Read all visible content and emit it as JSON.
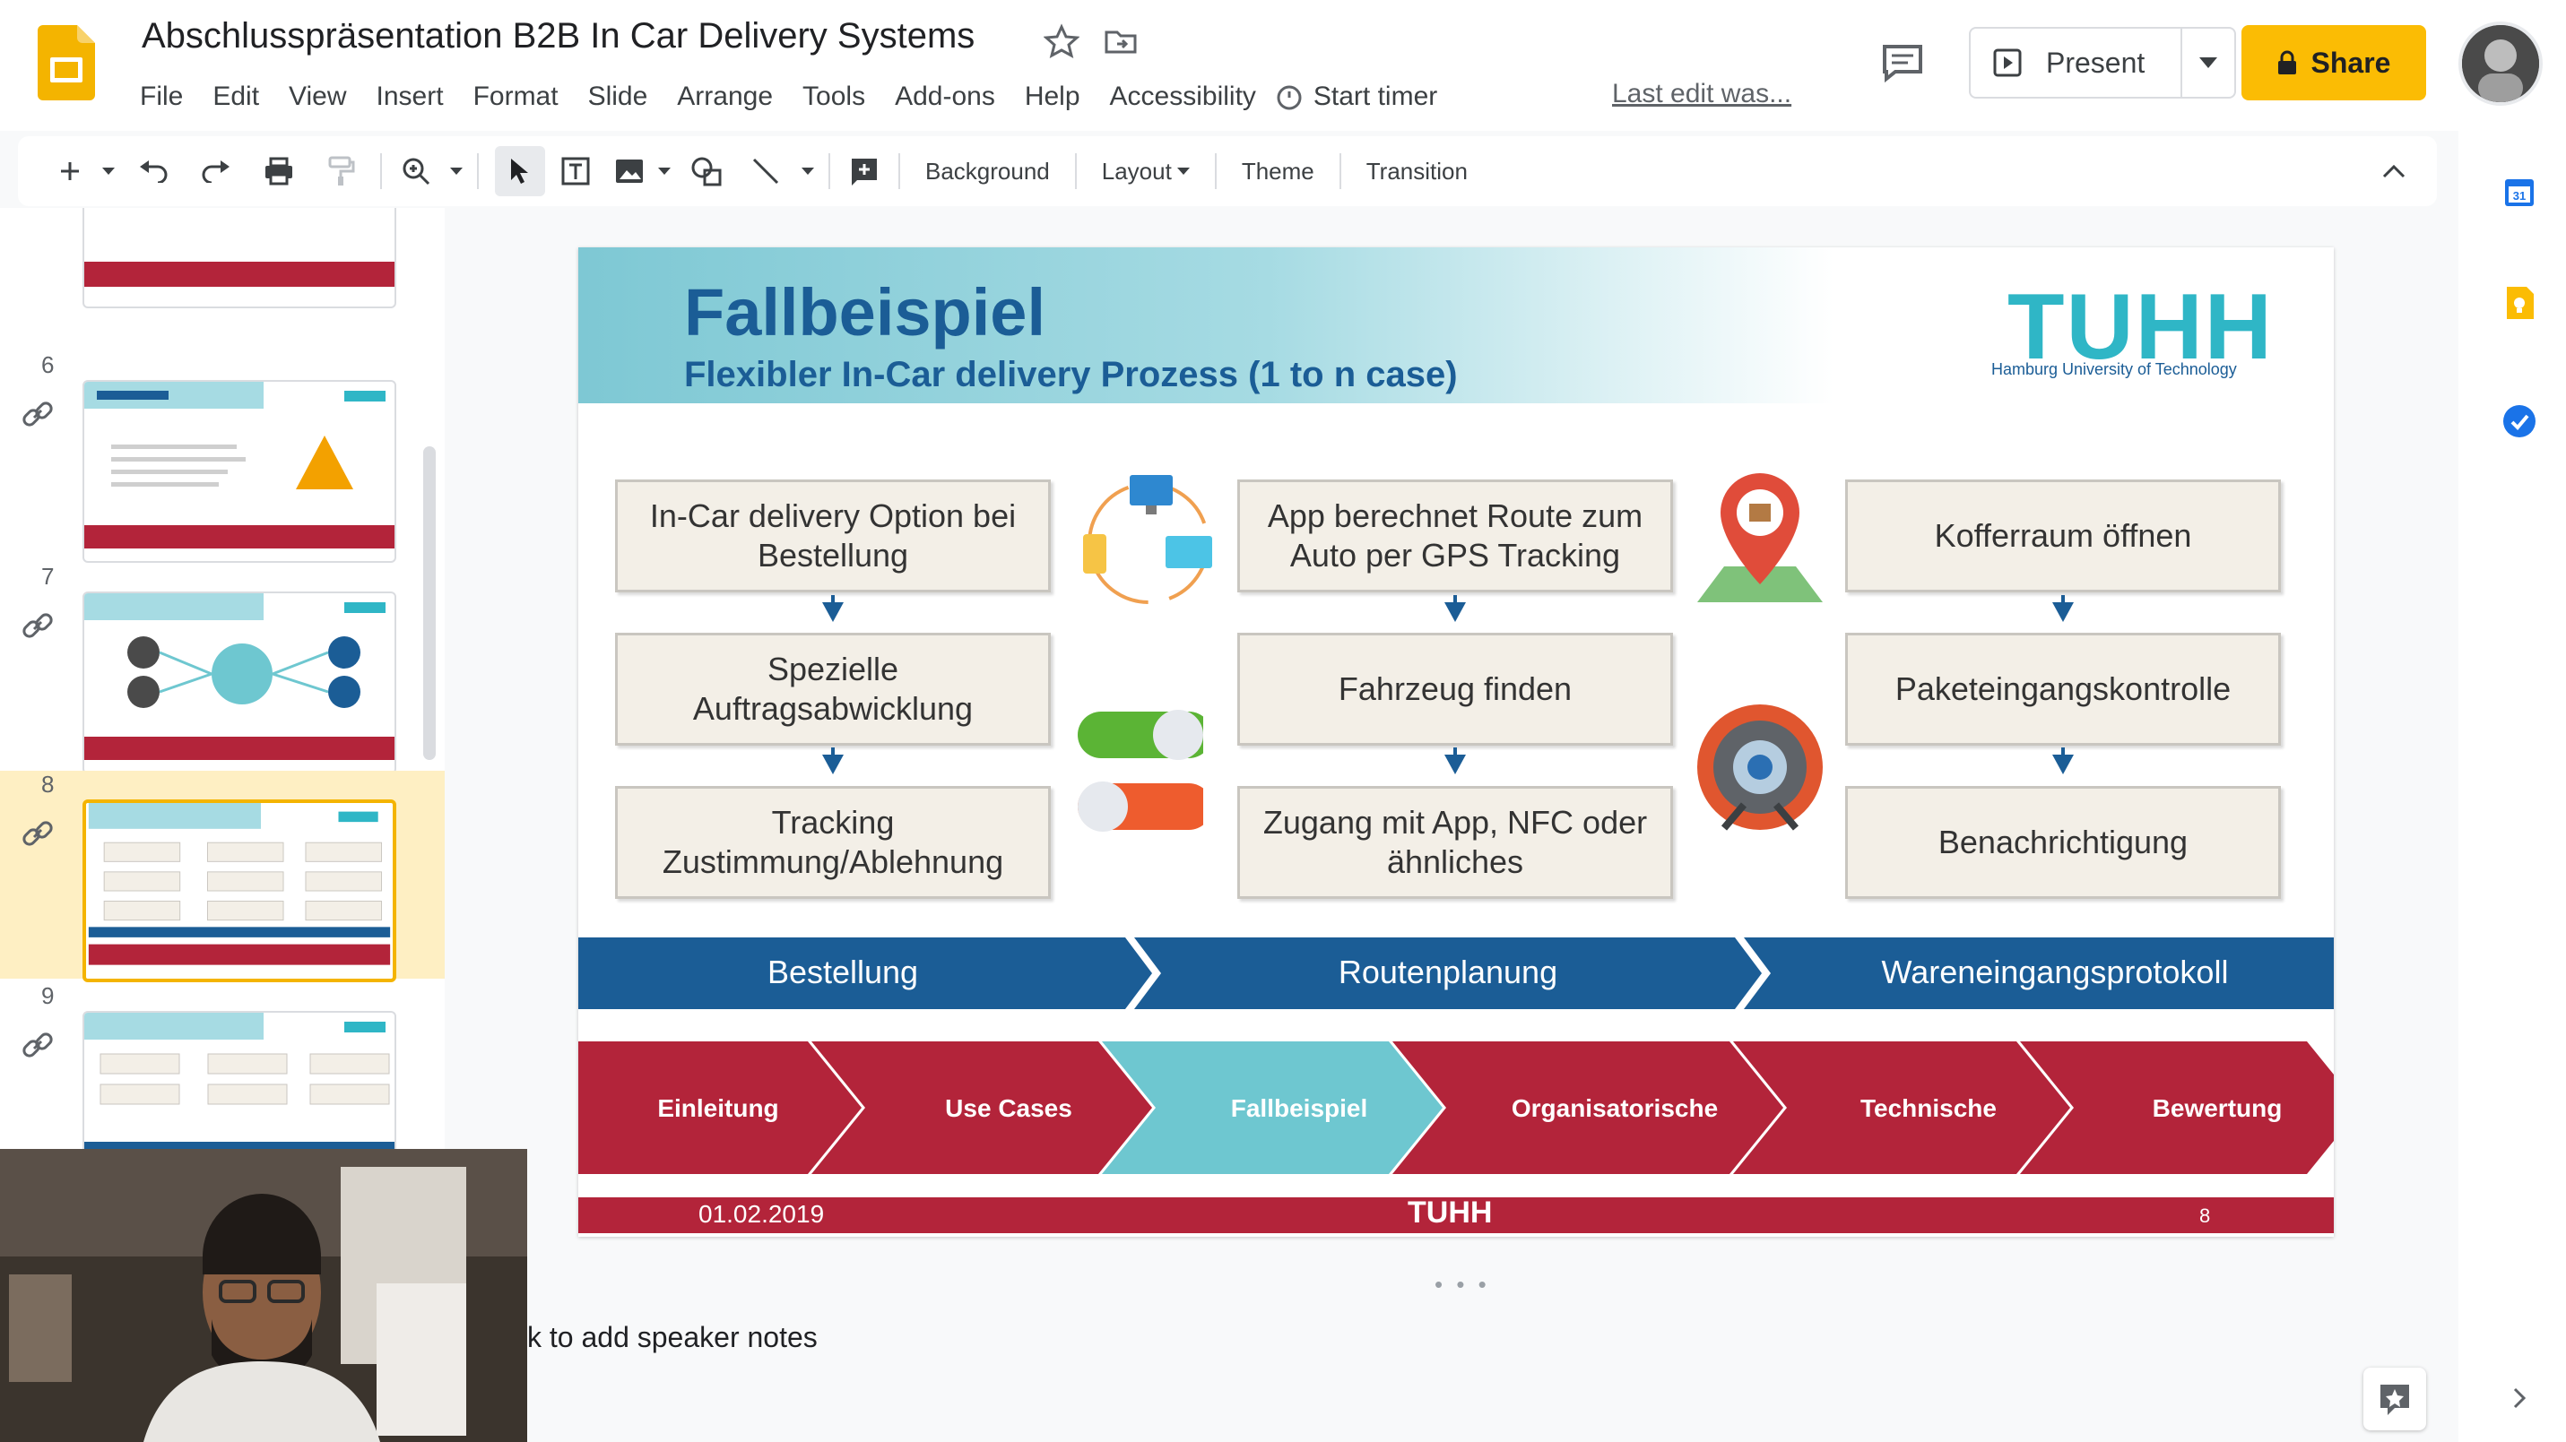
{
  "header": {
    "doc_title": "Abschlusspräsentation B2B In Car Delivery Systems",
    "menu": [
      "File",
      "Edit",
      "View",
      "Insert",
      "Format",
      "Slide",
      "Arrange",
      "Tools",
      "Add-ons",
      "Help",
      "Accessibility"
    ],
    "start_timer": "Start timer",
    "last_edit": "Last edit was...",
    "present_label": "Present",
    "share_label": "Share"
  },
  "toolbar": {
    "background": "Background",
    "layout": "Layout",
    "theme": "Theme",
    "transition": "Transition"
  },
  "filmstrip": {
    "slide_numbers": [
      "6",
      "7",
      "8",
      "9"
    ],
    "selected": "8"
  },
  "slide": {
    "title": "Fallbeispiel",
    "subtitle": "Flexibler In-Car delivery Prozess (1 to n case)",
    "logo_text": "TUHH",
    "logo_sub": "Hamburg University of Technology",
    "columns": [
      {
        "boxes": [
          "In-Car delivery Option bei Bestellung",
          "Spezielle Auftragsabwicklung",
          "Tracking Zustimmung/Ablehnung"
        ],
        "phase": "Bestellung"
      },
      {
        "boxes": [
          "App berechnet Route zum Auto per GPS Tracking",
          "Fahrzeug finden",
          "Zugang mit App, NFC oder ähnliches"
        ],
        "phase": "Routenplanung"
      },
      {
        "boxes": [
          "Kofferraum öffnen",
          "Paketeingangskontrolle",
          "Benachrichtigung"
        ],
        "phase": "Wareneingangsprotokoll"
      }
    ],
    "agenda": [
      "Einleitung",
      "Use Cases",
      "Fallbeispiel",
      "Organisatorische",
      "Technische",
      "Bewertung"
    ],
    "agenda_active": "Fallbeispiel",
    "footer_date": "01.02.2019",
    "footer_center": "TUHH",
    "footer_page": "8"
  },
  "speaker_notes": "k to add speaker notes",
  "colors": {
    "brand_blue": "#1b5d96",
    "agenda_red": "#b3243a",
    "agenda_active": "#6ec7d0",
    "share_yellow": "#fbbc04",
    "tuhh_teal": "#2fb6c6"
  }
}
